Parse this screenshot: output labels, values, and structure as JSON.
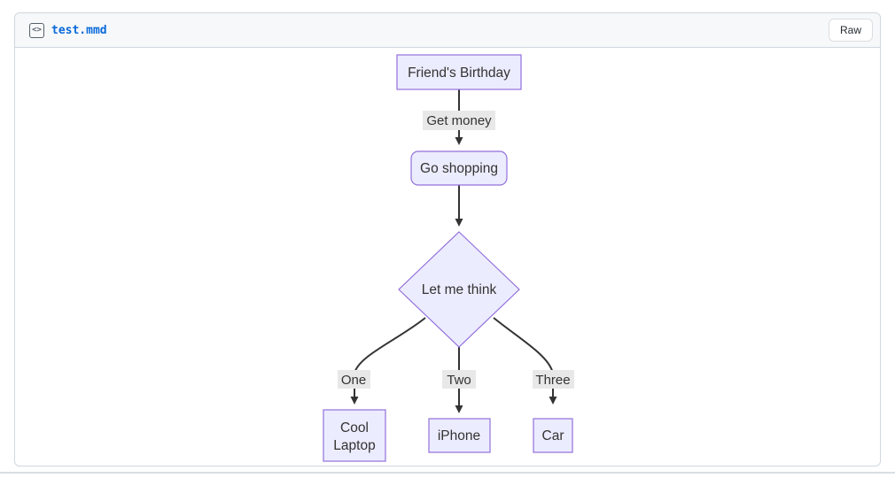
{
  "file_header": {
    "filename": "test.mmd",
    "code_icon_glyph": "<>",
    "raw_button_label": "Raw"
  },
  "colors": {
    "card_border": "#d0d7de",
    "header_bg": "#f6f8fa",
    "filename_blue": "#0969da",
    "node_fill": "#ECECFF",
    "node_border": "#9370DB",
    "edge_stroke": "#333333",
    "edge_label_bg": "#e8e8e8",
    "diagram_text": "#333333"
  },
  "diagram": {
    "type": "flowchart",
    "direction": "top-down",
    "nodes": [
      {
        "id": "A",
        "label": "Friend's Birthday",
        "shape": "rectangle"
      },
      {
        "id": "B",
        "label": "Go shopping",
        "shape": "rounded-rectangle"
      },
      {
        "id": "C",
        "label": "Let me think",
        "shape": "diamond"
      },
      {
        "id": "D",
        "label": "Cool Laptop",
        "shape": "rectangle",
        "label_lines": [
          "Cool",
          "Laptop"
        ]
      },
      {
        "id": "E",
        "label": "iPhone",
        "shape": "rectangle"
      },
      {
        "id": "F",
        "label": "Car",
        "shape": "rectangle"
      }
    ],
    "edges": [
      {
        "from": "A",
        "to": "B",
        "label": "Get money"
      },
      {
        "from": "B",
        "to": "C",
        "label": ""
      },
      {
        "from": "C",
        "to": "D",
        "label": "One"
      },
      {
        "from": "C",
        "to": "E",
        "label": "Two"
      },
      {
        "from": "C",
        "to": "F",
        "label": "Three"
      }
    ]
  }
}
